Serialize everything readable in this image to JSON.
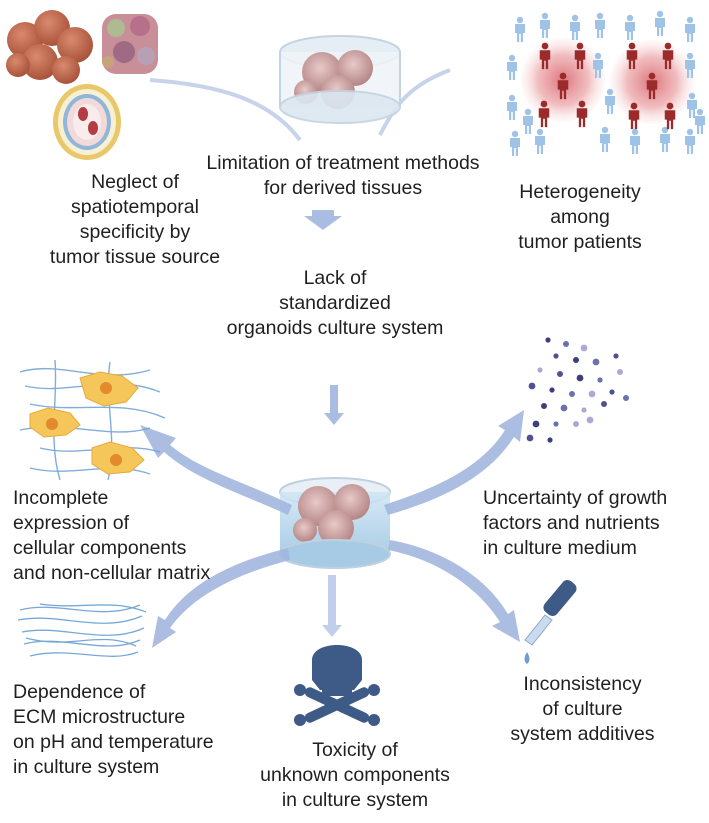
{
  "labels": {
    "treatment": [
      "Limitation of treatment methods",
      "for derived tissues"
    ],
    "neglect": [
      "Neglect of",
      "spatiotemporal",
      "specificity by",
      "tumor tissue source"
    ],
    "heterogeneity": [
      "Heterogeneity",
      "among",
      "tumor patients"
    ],
    "lack": [
      "Lack of",
      "standardized",
      "organoids culture system"
    ],
    "incomplete": [
      "Incomplete",
      "expression of",
      "cellular components",
      "and non-cellular matrix"
    ],
    "uncertainty": [
      "Uncertainty of growth",
      "factors and nutrients",
      "in culture medium"
    ],
    "dependence": [
      "Dependence of",
      "ECM microstructure",
      "on pH and temperature",
      "in culture system"
    ],
    "toxicity": [
      "Toxicity of",
      "unknown components",
      "in culture system"
    ],
    "inconsistency": [
      "Inconsistency",
      "of culture",
      "system additives"
    ]
  },
  "colors": {
    "arrow": "#9fb3dc",
    "arrow_dark": "#7f98cf",
    "person_light": "#9ec3e6",
    "person_red": "#9b2b2b",
    "dish": "#c9dff0",
    "skull": "#3e5a86",
    "cell_yellow": "#f5c75a",
    "fiber": "#6a9fd3"
  },
  "icons": [
    "tumor-tissue-icon",
    "blood-vessel-icon",
    "organoid-dish-icon",
    "patient-crowd-icon",
    "cell-matrix-icon",
    "particles-icon",
    "fibers-icon",
    "skull-crossbones-icon",
    "dropper-icon"
  ]
}
